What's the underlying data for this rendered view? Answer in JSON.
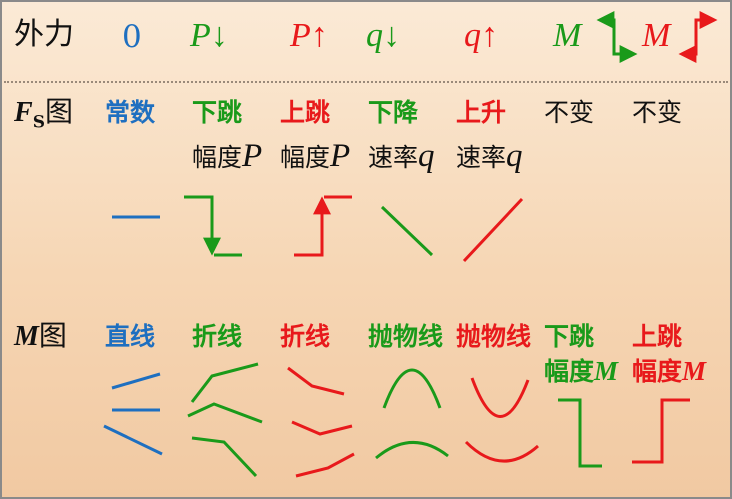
{
  "colors": {
    "black": "#111111",
    "blue": "#1e6fc0",
    "green": "#1a9a1a",
    "red": "#e8191b"
  },
  "header": {
    "label": "外力",
    "items": [
      "0",
      "P↓",
      "P↑",
      "q↓",
      "q↑",
      "M",
      "M"
    ]
  },
  "fs_row": {
    "label_main": "F",
    "label_sub": "S",
    "label_suffix": "图",
    "cols": [
      "常数",
      "下跳",
      "上跳",
      "下降",
      "上升",
      "不变",
      "不变"
    ],
    "magnitude": [
      {
        "word": "幅度",
        "var": "P"
      },
      {
        "word": "幅度",
        "var": "P"
      },
      {
        "word": "速率",
        "var": "q"
      },
      {
        "word": "速率",
        "var": "q"
      }
    ]
  },
  "m_row": {
    "label_main": "M",
    "label_suffix": "图",
    "cols": [
      "直线",
      "折线",
      "折线",
      "抛物线",
      "抛物线",
      "下跳",
      "上跳"
    ],
    "magnitude": [
      {
        "word": "幅度",
        "var": "M"
      },
      {
        "word": "幅度",
        "var": "M"
      }
    ]
  }
}
